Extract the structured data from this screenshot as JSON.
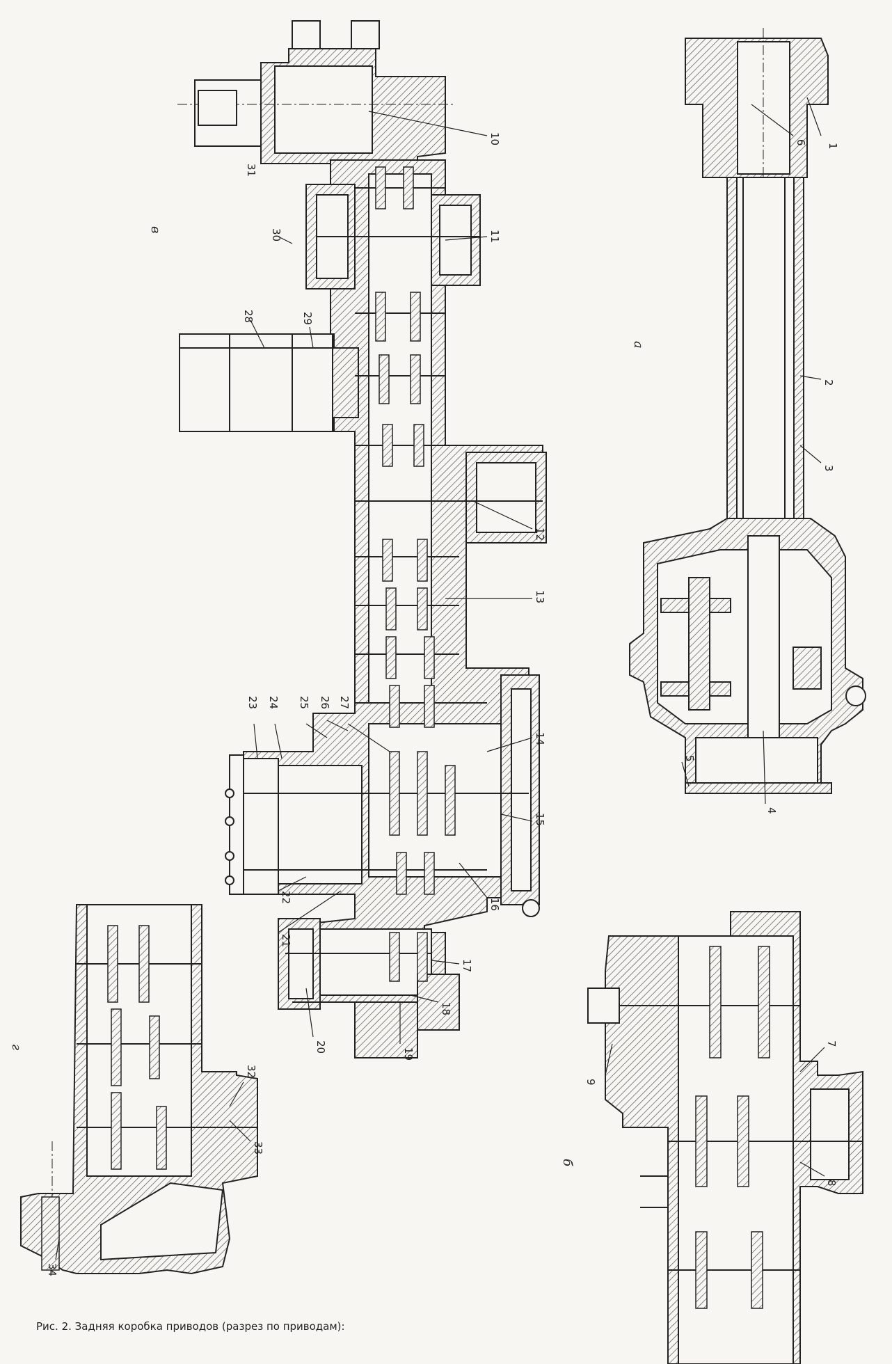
{
  "caption": "Рис. 2. Задняя коробка приводов (разрез по приводам):",
  "views": {
    "a": "а",
    "b": "б",
    "v": "в",
    "g": "г"
  },
  "parts": {
    "p1": "1",
    "p2": "2",
    "p3": "3",
    "p4": "4",
    "p5": "5",
    "p6": "6",
    "p7": "7",
    "p8": "8",
    "p9": "9",
    "p10": "10",
    "p11": "11",
    "p12": "12",
    "p13": "13",
    "p14": "14",
    "p15": "15",
    "p16": "16",
    "p17": "17",
    "p18": "18",
    "p19": "19",
    "p20": "20",
    "p21": "21",
    "p22": "22",
    "p23": "23",
    "p24": "24",
    "p25": "25",
    "p26": "26",
    "p27": "27",
    "p28": "28",
    "p29": "29",
    "p30": "30",
    "p31": "31",
    "p32": "32",
    "p33": "33",
    "p34": "34"
  },
  "colors": {
    "ink": "#222222",
    "paper": "#f7f6f2",
    "hatch": "#555555"
  }
}
